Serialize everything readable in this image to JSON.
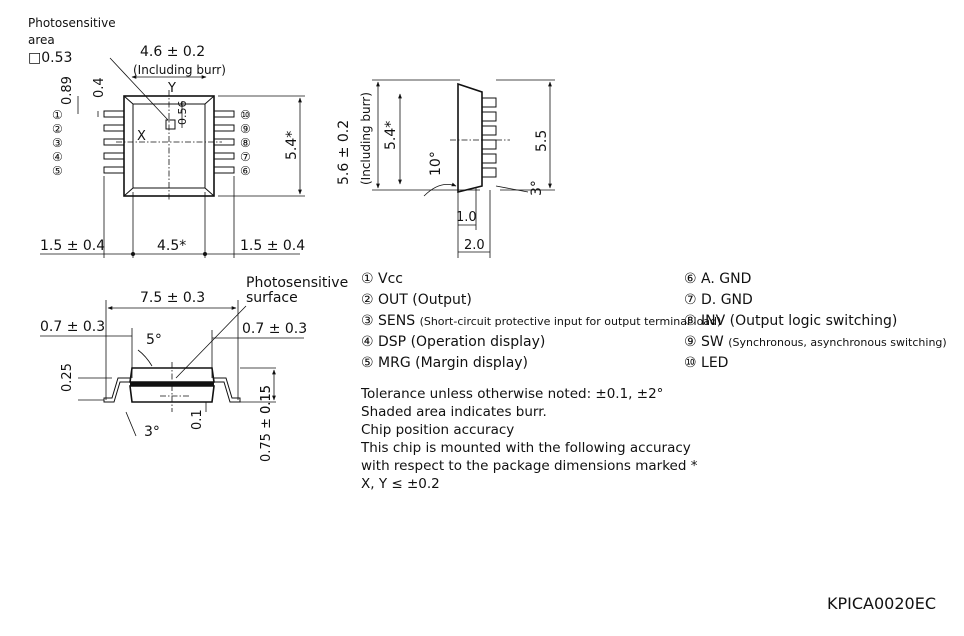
{
  "top_view": {
    "photosensitive_area_label_1": "Photosensitive",
    "photosensitive_area_label_2": "area",
    "photosensitive_area_size": "□0.53",
    "width_dim": "4.6 ± 0.2",
    "including_burr": "(Including burr)",
    "axis_y": "Y",
    "axis_x": "X",
    "dim_089": "0.89",
    "dim_04": "0.4",
    "dim_056": "0.56",
    "height_dim": "5.4*",
    "left_dim": "1.5 ± 0.4",
    "center_dim": "4.5*",
    "right_dim": "1.5 ± 0.4",
    "pins_left": [
      "①",
      "②",
      "③",
      "④",
      "⑤"
    ],
    "pins_right": [
      "⑩",
      "⑨",
      "⑧",
      "⑦",
      "⑥"
    ]
  },
  "side_view": {
    "height_dim": "5.6 ± 0.2",
    "including_burr": "(Including burr)",
    "dim_54": "5.4*",
    "dim_55": "5.5",
    "angle_10": "10°",
    "angle_3": "3°",
    "dim_10": "1.0",
    "dim_20": "2.0"
  },
  "front_view": {
    "width_dim": "7.5 ± 0.3",
    "surface_label_1": "Photosensitive",
    "surface_label_2": "surface",
    "left_dim": "0.7 ± 0.3",
    "right_dim": "0.7 ± 0.3",
    "angle_5": "5°",
    "angle_3": "3°",
    "dim_025": "0.25",
    "dim_01": "0.1",
    "dim_015": "0.15",
    "dim_075": "0.75 ± 0.15"
  },
  "legend": {
    "left": [
      {
        "num": "①",
        "text": "Vcc",
        "note": ""
      },
      {
        "num": "②",
        "text": "OUT (Output)",
        "note": ""
      },
      {
        "num": "③",
        "text": "SENS",
        "note": "(Short-circuit protective input for output terminal load)"
      },
      {
        "num": "④",
        "text": "DSP (Operation display)",
        "note": ""
      },
      {
        "num": "⑤",
        "text": "MRG (Margin display)",
        "note": ""
      }
    ],
    "right": [
      {
        "num": "⑥",
        "text": "A. GND",
        "note": ""
      },
      {
        "num": "⑦",
        "text": "D. GND",
        "note": ""
      },
      {
        "num": "⑧",
        "text": "INV (Output logic switching)",
        "note": ""
      },
      {
        "num": "⑨",
        "text": "SW",
        "note": "(Synchronous, asynchronous switching)"
      },
      {
        "num": "⑩",
        "text": "LED",
        "note": ""
      }
    ]
  },
  "notes": [
    "Tolerance unless otherwise noted: ±0.1, ±2°",
    "Shaded area indicates burr.",
    "Chip position accuracy",
    "This chip is mounted with the following accuracy",
    "with respect to the package dimensions marked *",
    "X, Y ≤ ±0.2"
  ],
  "drawing_code": "KPICA0020EC"
}
